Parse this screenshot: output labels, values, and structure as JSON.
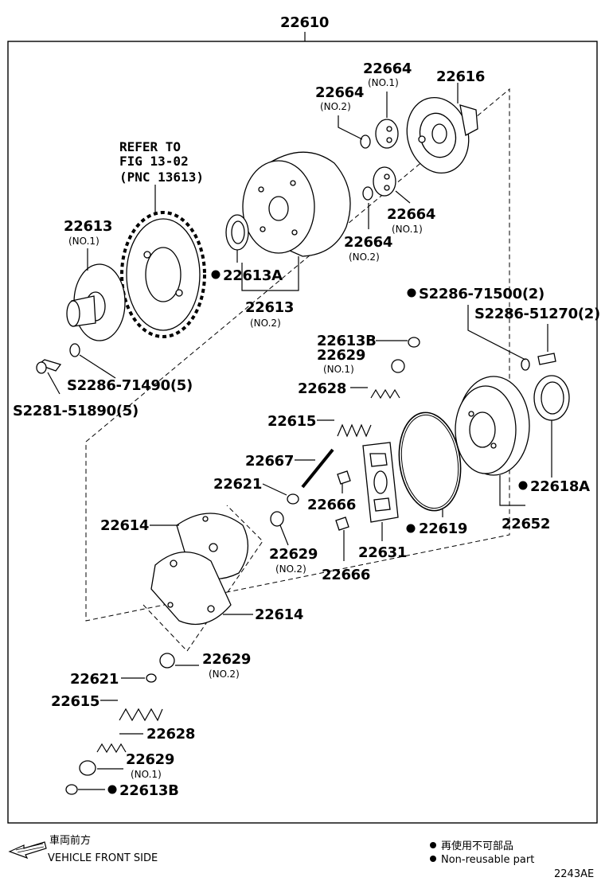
{
  "assembly_number": "22610",
  "refer": {
    "line1": "REFER TO",
    "line2": "FIG 13-02",
    "line3": "(PNC 13613)"
  },
  "labels": {
    "p22664_no1_top": "22664",
    "p22664_no1_top_sub": "(NO.1)",
    "p22664_no2_top": "22664",
    "p22664_no2_top_sub": "(NO.2)",
    "p22616": "22616",
    "p22664_no1_mid": "22664",
    "p22664_no1_mid_sub": "(NO.1)",
    "p22664_no2_mid": "22664",
    "p22664_no2_mid_sub": "(NO.2)",
    "p22613_no1": "22613",
    "p22613_no1_sub": "(NO.1)",
    "p22613A": "22613A",
    "p22613_no2": "22613",
    "p22613_no2_sub": "(NO.2)",
    "s71500": "S2286-71500(2)",
    "s51270": "S2286-51270(2)",
    "s71490": "S2286-71490(5)",
    "s51890": "S2281-51890(5)",
    "p22613B_top": "22613B",
    "p22629_no1_top": "22629",
    "p22629_no1_top_sub": "(NO.1)",
    "p22628_top": "22628",
    "p22615_top": "22615",
    "p22667": "22667",
    "p22621_top": "22621",
    "p22666_top": "22666",
    "p22618A": "22618A",
    "p22614_top": "22614",
    "p22629_no2_mid": "22629",
    "p22629_no2_mid_sub": "(NO.2)",
    "p22631": "22631",
    "p22619": "22619",
    "p22652": "22652",
    "p22666_bot": "22666",
    "p22614_bot": "22614",
    "p22629_no2_bot": "22629",
    "p22629_no2_bot_sub": "(NO.2)",
    "p22621_bot": "22621",
    "p22615_bot": "22615",
    "p22628_bot": "22628",
    "p22629_no1_bot": "22629",
    "p22629_no1_bot_sub": "(NO.1)",
    "p22613B_bot": "22613B"
  },
  "legend": {
    "front_jp": "車両前方",
    "front_en": "VEHICLE FRONT SIDE",
    "nonreuse_jp": "再使用不可部品",
    "nonreuse_en": "Non-reusable part",
    "code": "2243AE"
  }
}
